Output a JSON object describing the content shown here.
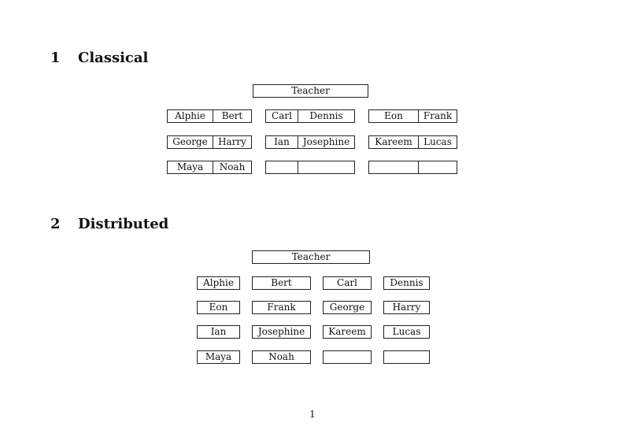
{
  "document": {
    "page_number": "1"
  },
  "colors": {
    "background": "#ffffff",
    "text": "#111111",
    "border": "#222222"
  },
  "sections": [
    {
      "number": "1",
      "title": "Classical",
      "teacher_label": "Teacher",
      "rows": [
        [
          [
            "Alphie",
            "Bert"
          ],
          [
            "Carl",
            "Dennis"
          ],
          [
            "Eon",
            "Frank"
          ]
        ],
        [
          [
            "George",
            "Harry"
          ],
          [
            "Ian",
            "Josephine"
          ],
          [
            "Kareem",
            "Lucas"
          ]
        ],
        [
          [
            "Maya",
            "Noah"
          ],
          [
            "",
            ""
          ],
          [
            "",
            ""
          ]
        ]
      ]
    },
    {
      "number": "2",
      "title": "Distributed",
      "teacher_label": "Teacher",
      "rows": [
        [
          "Alphie",
          "Bert",
          "Carl",
          "Dennis"
        ],
        [
          "Eon",
          "Frank",
          "George",
          "Harry"
        ],
        [
          "Ian",
          "Josephine",
          "Kareem",
          "Lucas"
        ],
        [
          "Maya",
          "Noah",
          "",
          ""
        ]
      ]
    }
  ]
}
